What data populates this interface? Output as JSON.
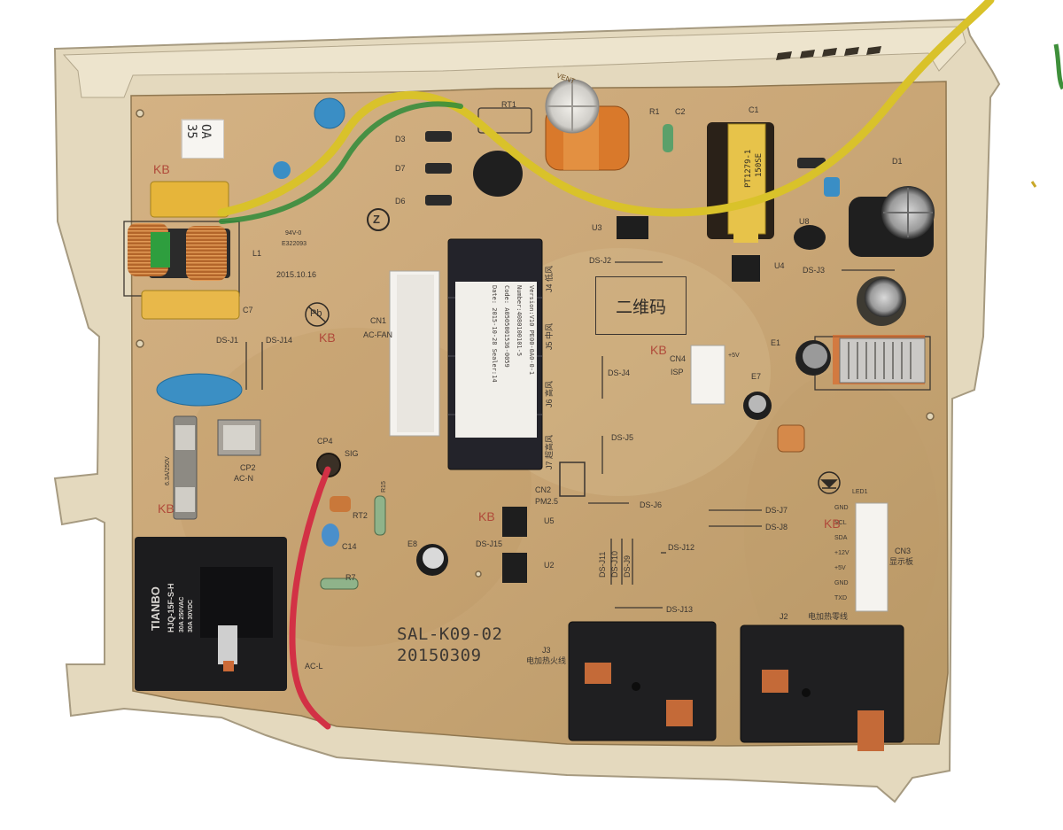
{
  "board": {
    "model": "SAL-K09-02",
    "date": "20150309",
    "qr_placeholder": "二维码",
    "sticker_version_label": "OA",
    "sticker_number": "35",
    "manufacture_date": "2015.10.16"
  },
  "labels": {
    "rt1": "RT1",
    "r1": "R1",
    "c2": "C2",
    "c1": "C1",
    "d1": "D1",
    "d3": "D3",
    "d7": "D7",
    "d6": "D6",
    "u3": "U3",
    "u8": "U8",
    "u4": "U4",
    "ds_j2": "DS-J2",
    "ds_j3": "DS-J3",
    "l1": "L1",
    "c7": "C7",
    "ds_j1": "DS-J1",
    "ds_j14": "DS-J14",
    "cn1": "CN1",
    "acfan": "AC-FAN",
    "cn4": "CN4",
    "isp": "ISP",
    "plus5v": "+5V",
    "e1": "E1",
    "e7": "E7",
    "ds_j4": "DS-J4",
    "ds_j5": "DS-J5",
    "cp4": "CP4",
    "sig": "SIG",
    "r15": "R15",
    "rt2": "RT2",
    "c14": "C14",
    "cp2": "CP2",
    "acn": "AC-N",
    "fuse": "6.3A/250V",
    "cn2": "CN2",
    "pm25": "PM2.5",
    "ds_j6": "DS-J6",
    "ds_j7": "DS-J7",
    "ds_j8": "DS-J8",
    "led1": "LED1",
    "u5": "U5",
    "u2": "U2",
    "ds_j15": "DS-J15",
    "e8": "E8",
    "ds_j11": "DS-J11",
    "ds_j10": "DS-J10",
    "ds_j9": "DS-J9",
    "ds_j12": "DS-J12",
    "cn3": "CN3",
    "cn3_desc": "显示板",
    "ds_j13": "DS-J13",
    "j3": "J3",
    "j3_desc": "电加热火线",
    "j2": "J2",
    "j2_desc": "电加热零线",
    "r7": "R7",
    "acl": "AC-L",
    "ul_mark": "94V-0",
    "ul_code": "E322093",
    "j4": "J4 低风",
    "j5": "J5 中风",
    "j6": "J6 高风",
    "j7": "J7 超高风",
    "cn3_pins": [
      "GND",
      "SCL",
      "SDA",
      "+12V",
      "+5V",
      "GND",
      "TXD"
    ],
    "marker_kb": "KB",
    "marker_z": "Z",
    "marker_pb": "Pb"
  },
  "sticker": {
    "line1": "Version:V10  PE00-0A0-0-1",
    "line2": "Number:4080100101-5",
    "line3": "Code: A0505001536-0059",
    "line4": "Date: 2015-10-28  Sealer:14"
  },
  "relay": {
    "brand": "TIANBO",
    "model": "HJQ-15F-S-H",
    "rating1": "30A 250VAC",
    "rating2": "30A 30VDC"
  },
  "electrolytic": {
    "top": "VENT",
    "middle": "PT1279-1",
    "small": "150SE"
  },
  "colors": {
    "board": "#c9a676",
    "housing": "#e6dcc3",
    "wire_yellow": "#d9c22a",
    "wire_green": "#2f8b3a",
    "wire_red": "#d23145",
    "cap_orange": "#d8782a",
    "cap_blue": "#3b8fc0",
    "relay_black": "#1c1c1e"
  }
}
